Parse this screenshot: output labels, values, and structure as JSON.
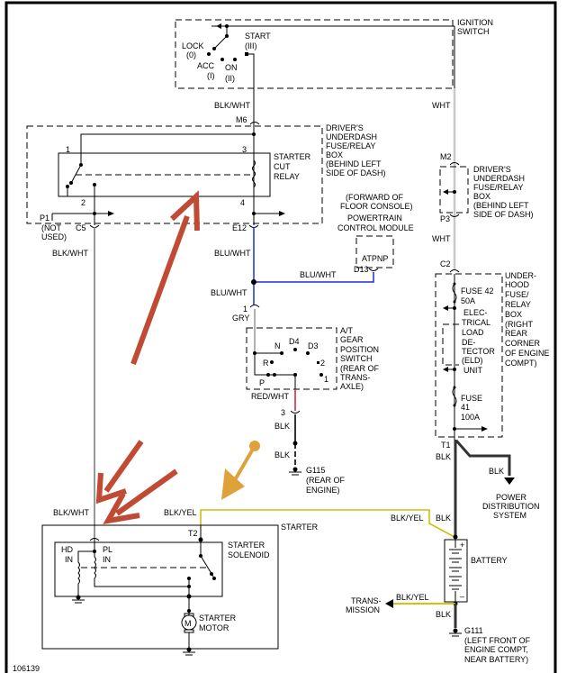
{
  "diagram": {
    "figure_id": "106139",
    "wire_colors": {
      "blk": "#333333",
      "blk_wht": "#777777",
      "wht": "#c8c8c8",
      "blu_wht": "#1a2fd6",
      "gry": "#b0b0b0",
      "red_wht": "#d0202a",
      "blk_yel": "#e8d800"
    },
    "annotation_colors": {
      "red_arrow": "#c04a33",
      "orange_arrow": "#dfa23a"
    },
    "ignition_switch": {
      "title_line1": "IGNITION",
      "title_line2": "SWITCH",
      "positions": {
        "lock": "LOCK",
        "lock_num": "(0)",
        "acc": "ACC",
        "acc_num": "(I)",
        "on": "ON",
        "on_num": "(II)",
        "start": "START",
        "start_num": "(III)"
      },
      "wire_left": "BLK/WHT",
      "wire_right": "WHT"
    },
    "driver_fuse_box_left": {
      "connector_top": "M6",
      "title": [
        "DRIVER'S",
        "UNDERDASH",
        "FUSE/RELAY",
        "BOX",
        "(BEHIND LEFT",
        "SIDE OF DASH)"
      ],
      "relay_title": [
        "STARTER",
        "CUT",
        "RELAY"
      ],
      "pins": {
        "p1": "1",
        "p2": "2",
        "p3": "3",
        "p4": "4"
      },
      "connector_p1": "P1",
      "not_used": [
        "(NOT",
        "USED)"
      ],
      "connector_c5": "C5",
      "connector_e12": "E12",
      "wire_c5": "BLK/WHT",
      "wire_e12": "BLU/WHT"
    },
    "driver_fuse_box_right": {
      "connector_top": "M2",
      "connector_bottom": "P3",
      "title": [
        "DRIVER'S",
        "UNDERDASH",
        "FUSE/RELAY",
        "BOX",
        "(BEHIND LEFT",
        "SIDE OF DASH)"
      ],
      "wire_below": "WHT"
    },
    "pcm": {
      "title": [
        "(FORWARD OF",
        "FLOOR CONSOLE)",
        "POWERTRAIN",
        "CONTROL MODULE"
      ],
      "terminal": "ATPNP",
      "connector": "D13",
      "wire": "BLU/WHT"
    },
    "gear_switch": {
      "wire_above": "BLU/WHT",
      "connector_top_num": "1",
      "connector_top_color": "GRY",
      "title": [
        "A/T",
        "GEAR",
        "POSITION",
        "SWITCH",
        "(REAR OF",
        "TRANS-",
        "AXLE)"
      ],
      "positions": {
        "n": "N",
        "d4": "D4",
        "d3": "D3",
        "r": "R",
        "two": "2",
        "p": "P",
        "one": "1"
      },
      "wire_out": "RED/WHT",
      "connector_bottom": "3",
      "wire_blk1": "BLK",
      "wire_blk2": "BLK",
      "ground": "G115",
      "ground_loc": [
        "(REAR OF",
        "ENGINE)"
      ]
    },
    "underhood_box": {
      "connector_top": "C2",
      "title": [
        "UNDER-",
        "HOOD",
        "FUSE/",
        "RELAY",
        "BOX",
        "(RIGHT",
        "REAR",
        "CORNER",
        "OF ENGINE",
        "COMPT)"
      ],
      "fuse42": [
        "FUSE 42",
        "50A"
      ],
      "eld": [
        "ELEC-",
        "TRICAL",
        "LOAD",
        "DE-",
        "TECTOR",
        "(ELD)",
        "UNIT"
      ],
      "fuse41": [
        "FUSE",
        "41",
        "100A"
      ],
      "connector_bottom": "T1",
      "wire_bottom": "BLK"
    },
    "power_dist": {
      "wire": "BLK",
      "label": [
        "POWER",
        "DISTRIBUTION",
        "SYSTEM"
      ]
    },
    "battery": {
      "label": "BATTERY",
      "plus": "+",
      "minus": "–",
      "wire_in_yel": "BLK/YEL",
      "wire_in_blk": "BLK",
      "wire_to_trans": "BLK/YEL",
      "trans_label": [
        "TRANS-",
        "MISSION"
      ],
      "wire_ground": "BLK",
      "ground": "G111",
      "ground_loc": [
        "(LEFT FRONT OF",
        "ENGINE COMPT,",
        "NEAR BATTERY)"
      ]
    },
    "starter": {
      "title": "STARTER",
      "wire_left": "BLK/WHT",
      "wire_right": "BLK/YEL",
      "terminal": "T2",
      "solenoid": [
        "STARTER",
        "SOLENOID"
      ],
      "hd": [
        "HD",
        "IN"
      ],
      "pl": [
        "PL",
        "IN"
      ],
      "motor_symbol": "M",
      "motor": [
        "STARTER",
        "MOTOR"
      ]
    }
  }
}
